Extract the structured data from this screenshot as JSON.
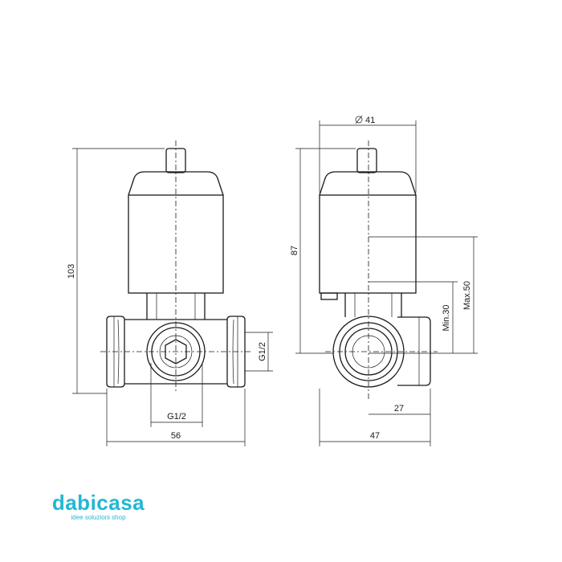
{
  "dimensions": {
    "height_front": "103",
    "width_front": "56",
    "thread_bottom": "G1/2",
    "thread_side": "G1/2",
    "diameter": "41",
    "height_side": "87",
    "min_depth": "Min.30",
    "max_depth": "Max.50",
    "offset_side": "27",
    "width_side": "47"
  },
  "logo": {
    "brand": "dabicasa",
    "tagline": "idee soluzioni shop",
    "color": "#22b7d5"
  }
}
